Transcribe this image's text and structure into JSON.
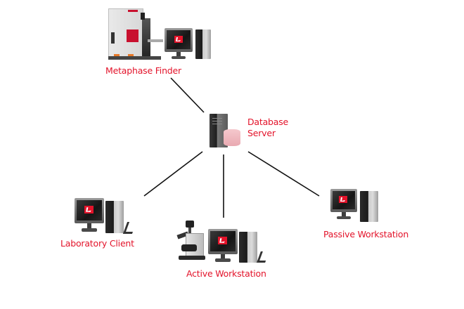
{
  "diagram": {
    "title": "Network topology",
    "accent_color": "#e3132a",
    "line_color": "#111111",
    "nodes": [
      {
        "id": "metaphase-finder",
        "label": "Metaphase Finder",
        "devices": [
          "scanner-instrument-icon",
          "monitor-icon",
          "tower-pc-icon"
        ]
      },
      {
        "id": "database-server",
        "label_line1": "Database",
        "label_line2": "Server",
        "devices": [
          "server-tower-icon",
          "database-cylinder-icon"
        ]
      },
      {
        "id": "laboratory-client",
        "label": "Laboratory Client",
        "devices": [
          "monitor-icon",
          "tower-pc-icon",
          "barcode-scanner-icon"
        ]
      },
      {
        "id": "active-workstation",
        "label": "Active Workstation",
        "devices": [
          "microscope-icon",
          "monitor-icon",
          "tower-pc-icon",
          "barcode-scanner-icon"
        ]
      },
      {
        "id": "passive-workstation",
        "label": "Passive Workstation",
        "devices": [
          "monitor-icon",
          "tower-pc-icon"
        ]
      }
    ],
    "edges": [
      {
        "from": "metaphase-finder",
        "to": "database-server"
      },
      {
        "from": "database-server",
        "to": "laboratory-client"
      },
      {
        "from": "database-server",
        "to": "active-workstation"
      },
      {
        "from": "database-server",
        "to": "passive-workstation"
      }
    ]
  }
}
